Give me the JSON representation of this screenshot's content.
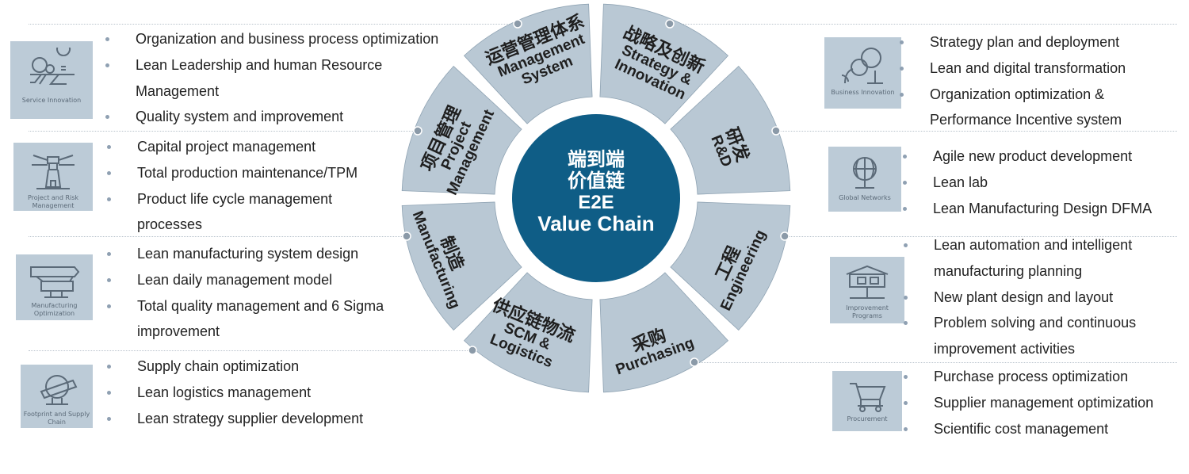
{
  "center": {
    "cn1": "端到端",
    "cn2": "价值链",
    "en1": "E2E",
    "en2": "Value Chain",
    "color": "#0f5d86"
  },
  "segments": [
    {
      "cn": "运营管理体系",
      "en": "Management System"
    },
    {
      "cn": "战略及创新",
      "en": "Strategy & Innovation"
    },
    {
      "cn": "研发",
      "en": "R&D"
    },
    {
      "cn": "工程",
      "en": "Engineering"
    },
    {
      "cn": "采购",
      "en": "Purchasing"
    },
    {
      "cn": "供应链物流",
      "en": "SCM & Logistics"
    },
    {
      "cn": "制造",
      "en": "Manufacturing"
    },
    {
      "cn": "项目管理",
      "en": "Project Management"
    }
  ],
  "left": [
    {
      "icon": "Service Innovation",
      "items": [
        "Organization and business process optimization",
        "Lean Leadership and human Resource Management",
        "Quality system and improvement"
      ]
    },
    {
      "icon": "Project and Risk Management",
      "items": [
        "Capital project management",
        "Total production maintenance/TPM",
        "Product life cycle management processes"
      ]
    },
    {
      "icon": "Manufacturing Optimization",
      "items": [
        "Lean manufacturing system design",
        "Lean daily management model",
        "Total quality management and 6 Sigma improvement"
      ]
    },
    {
      "icon": "Footprint and Supply Chain",
      "items": [
        "Supply chain optimization",
        "Lean logistics management",
        "Lean strategy supplier development"
      ]
    }
  ],
  "right": [
    {
      "icon": "Business Innovation",
      "items": [
        "Strategy plan and deployment",
        "Lean and digital transformation",
        "Organization optimization & Performance Incentive system"
      ]
    },
    {
      "icon": "Global Networks",
      "items": [
        "Agile new product development",
        "Lean lab",
        "Lean Manufacturing Design DFMA"
      ]
    },
    {
      "icon": "Improvement Programs",
      "items": [
        "Lean automation and intelligent manufacturing planning",
        "New plant design and layout",
        "Problem solving and continuous improvement activities"
      ]
    },
    {
      "icon": "Procurement",
      "items": [
        "Purchase process optimization",
        "Supplier management optimization",
        "Scientific cost management"
      ]
    }
  ]
}
